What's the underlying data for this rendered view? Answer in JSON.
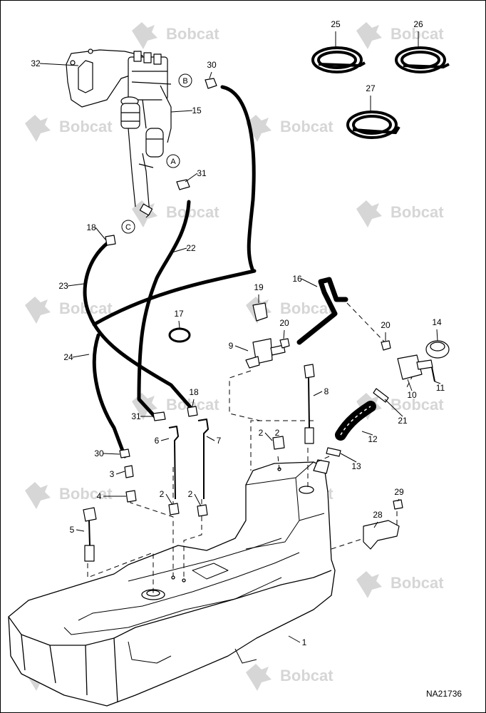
{
  "watermark": "Bobcat",
  "drawing_id": "NA21736",
  "reference_letters": [
    "A",
    "B",
    "C"
  ],
  "callouts": [
    "1",
    "2",
    "2",
    "2",
    "2",
    "3",
    "4",
    "5",
    "6",
    "7",
    "8",
    "9",
    "10",
    "11",
    "12",
    "13",
    "14",
    "15",
    "16",
    "17",
    "18",
    "18",
    "19",
    "20",
    "20",
    "21",
    "22",
    "23",
    "24",
    "25",
    "26",
    "27",
    "28",
    "29",
    "30",
    "30",
    "31",
    "31",
    "32"
  ],
  "colors": {
    "line": "#000000",
    "watermark": "#d6d6d6",
    "background": "#ffffff"
  }
}
